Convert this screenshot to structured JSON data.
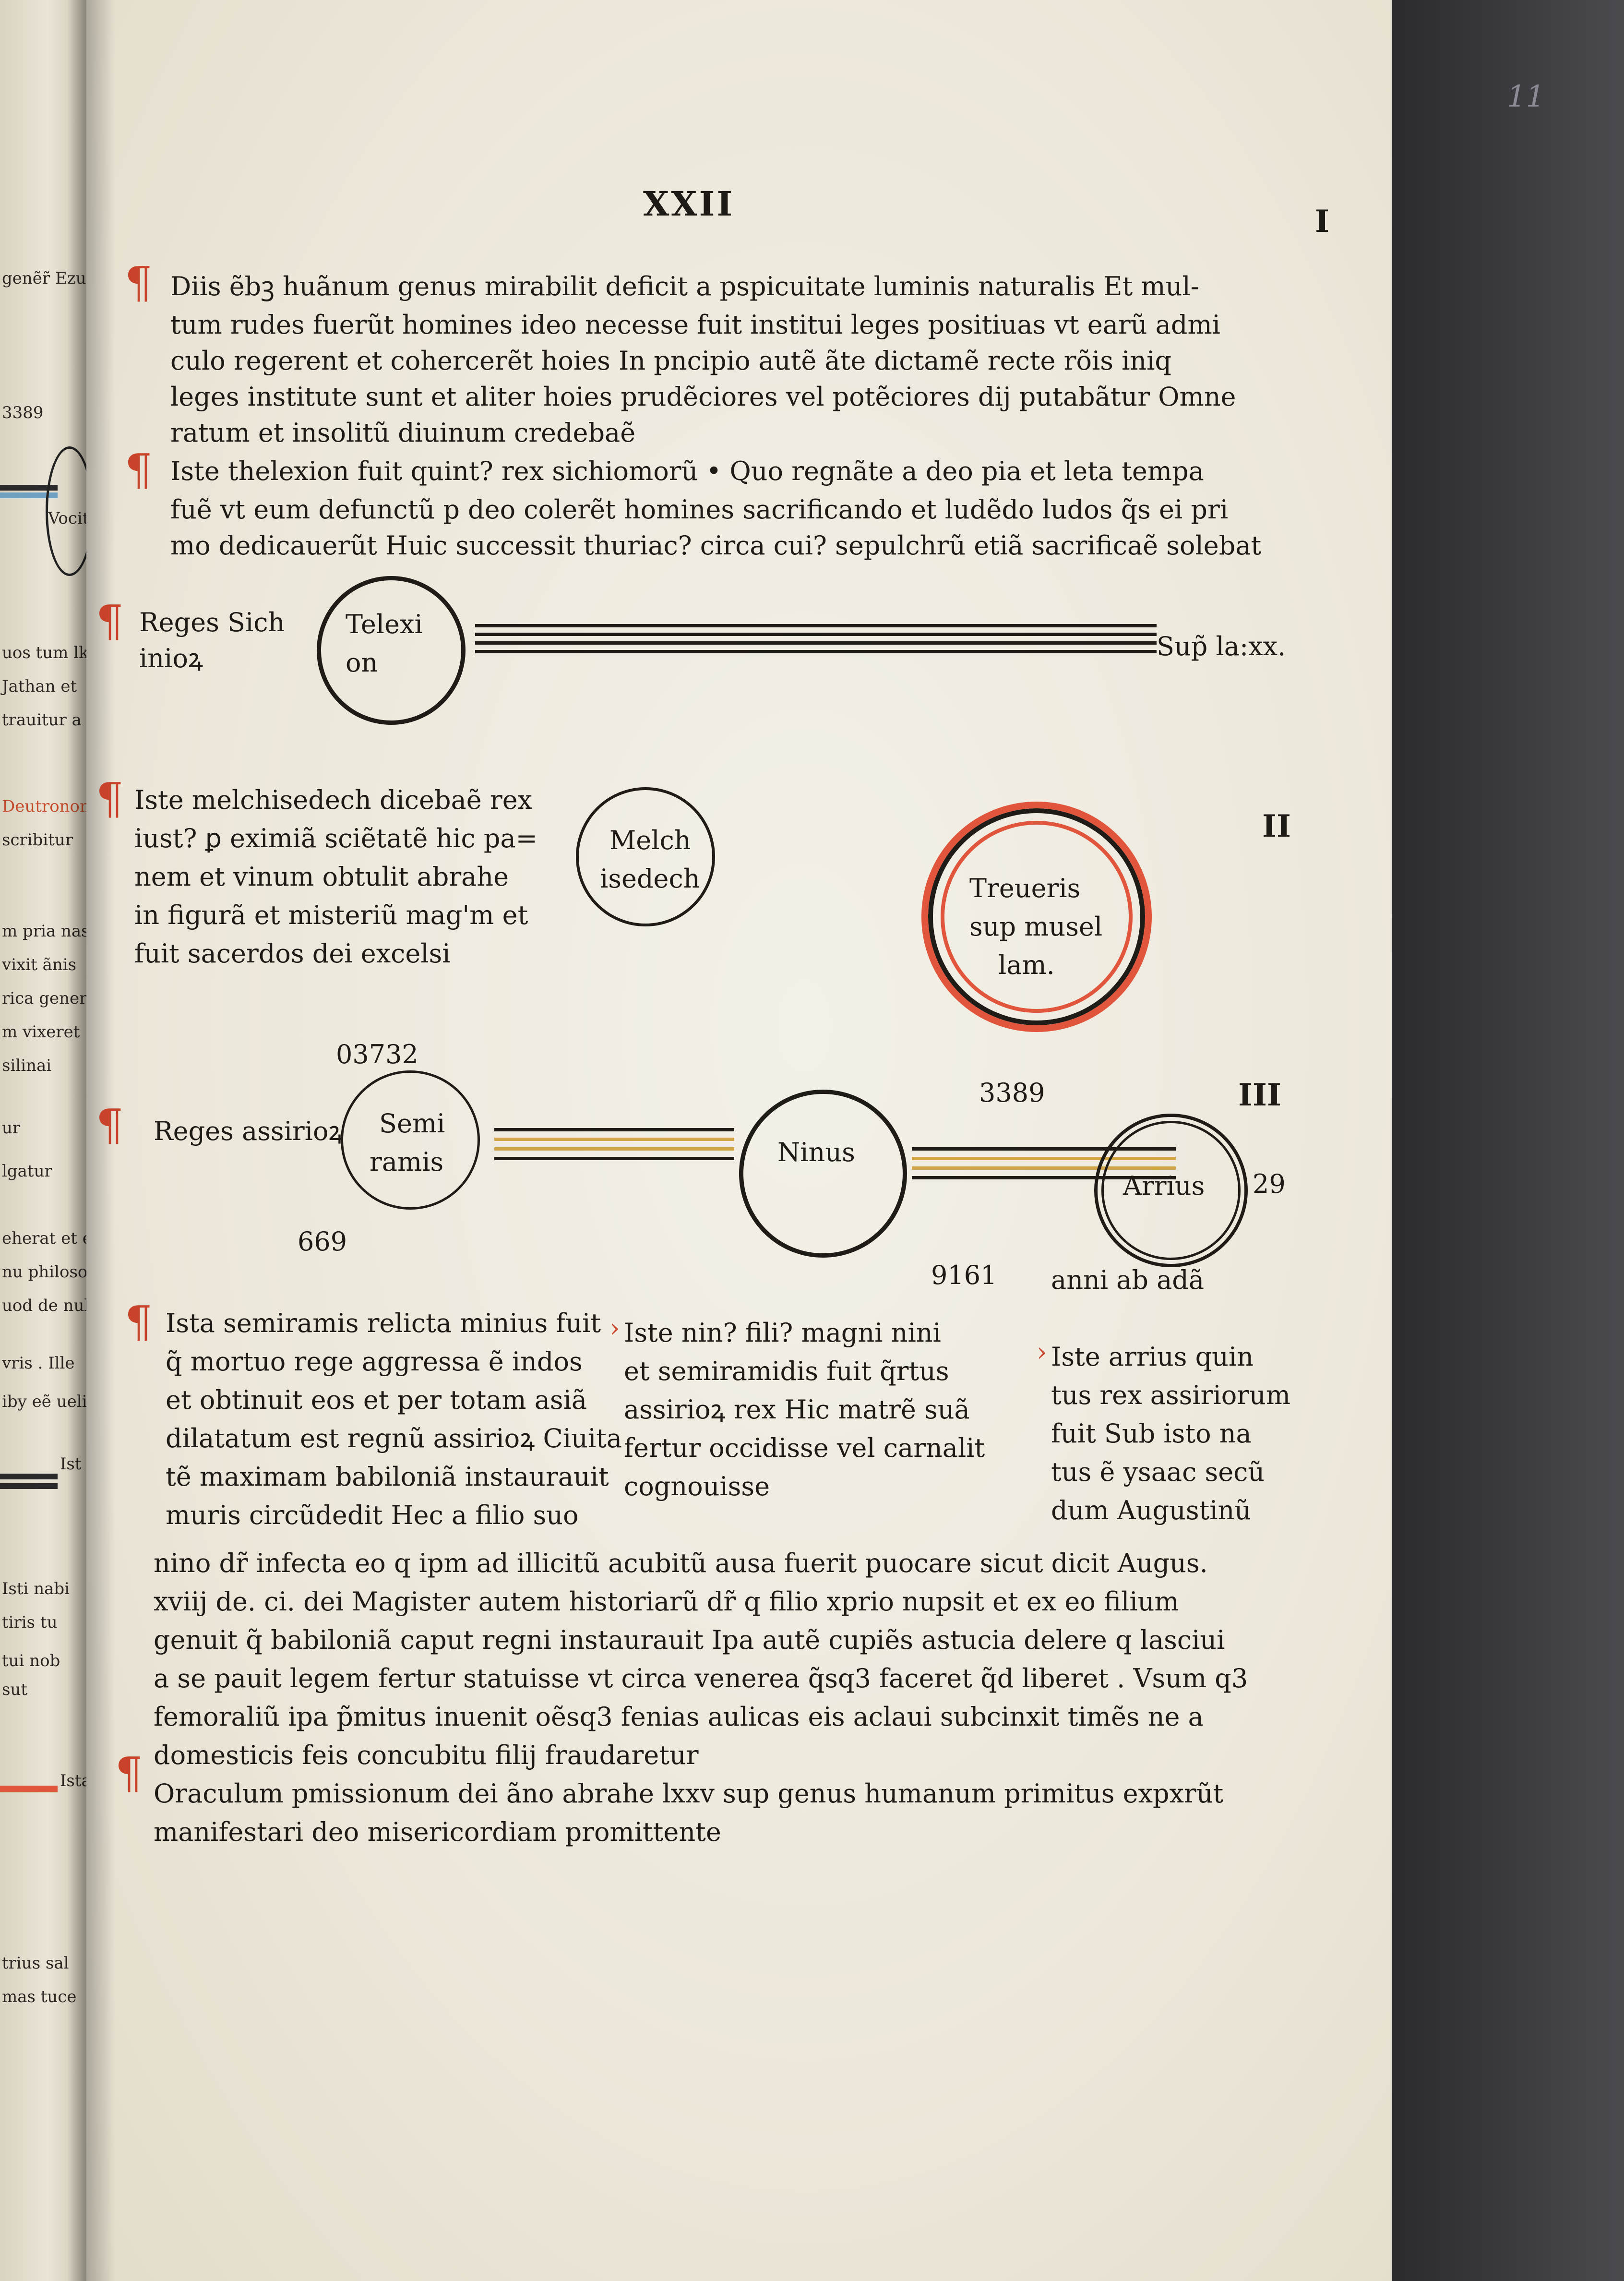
{
  "folio": {
    "roman": "XXII",
    "pencil_number": "11",
    "margin_numeral": "I"
  },
  "para1": {
    "lines": [
      "Diis ẽbꝫ huãnum genus mirabilit deficit a pspicuitate luminis naturalis Et mul-",
      "tum rudes fuerũt homines ideo necesse fuit institui leges positiuas vt earũ admi",
      "culo regerent et cohercerẽt hoies In pncipio autẽ ãte dictamẽ recte rõis iniq",
      "leges institute sunt et aliter hoies prudẽciores vel potẽciores dij putabãtur Omne",
      "ratum et insolitũ diuinum credebaẽ"
    ]
  },
  "para2": {
    "lines": [
      "Iste thelexion fuit quint? rex sichiomorũ • Quo regnãte a deo pia et leta tempa",
      "fuẽ vt eum defunctũ p deo colerẽt homines sacrificando et ludẽdo ludos q̃s ei pri",
      "mo dedicauerũt Huic successit thuriac? circa cui? sepulchrũ etiã sacrificaẽ solebat"
    ]
  },
  "row1": {
    "label_a": "Reges Sich",
    "label_b": "inioꝝ",
    "circle_text_a": "Telexi",
    "circle_text_b": "on",
    "end_text": "Sup̃ la:xx."
  },
  "melchisedech": {
    "lines": [
      "Iste melchisedech dicebaẽ rex",
      "iust? ꝑ eximiã sciẽtatẽ hic pa=",
      "nem et vinum obtulit abrahe",
      "in figurã et misteriũ mag'm et",
      "fuit sacerdos dei excelsi"
    ],
    "circle_text_a": "Melch",
    "circle_text_b": "isedech",
    "red_circle_text_a": "Treueris",
    "red_circle_text_b": "sup musel",
    "red_circle_text_c": "lam.",
    "numeral": "II"
  },
  "row3": {
    "number_top": "03732",
    "label": "Reges assirioꝝ",
    "circle1_a": "Semi",
    "circle1_b": "ramis",
    "number_below": "669",
    "circle2": "Ninus",
    "number_mid": "3389",
    "numeral": "III",
    "circle3": "Arrius",
    "side_number": "29",
    "bottom_left": "9161",
    "bottom_right": "anni ab adã"
  },
  "col1": {
    "lines": [
      "Ista semiramis relicta minius fuit",
      "q̃ mortuo rege aggressa ẽ indos",
      "et obtinuit eos et per totam asiã",
      "dilatatum est regnũ assirioꝝ Ciuita",
      "tẽ maximam babiloniã instaurauit",
      "muris circũdedit Hec a filio suo"
    ]
  },
  "col2": {
    "lines": [
      "Iste nin? fili? magni nini",
      "et semiramidis fuit q̃rtus",
      "assirioꝝ rex Hic matrẽ suã",
      "fertur occidisse vel carnalit",
      "cognouisse"
    ]
  },
  "col3": {
    "lines": [
      "Iste arrius quin",
      "tus rex assiriorum",
      "fuit Sub isto na",
      "tus ẽ ysaac secũ",
      "dum Augustinũ"
    ]
  },
  "para_long": {
    "lines": [
      "nino dr̃ infecta eo q ipm ad illicitũ acubitũ ausa fuerit puocare sicut dicit Augus.",
      "xviij de. ci. dei Magister autem historiarũ dr̃ q filio xprio nupsit et ex eo filium",
      "genuit q̃ babiloniã caput regni instaurauit Ipa autẽ cupiẽs astucia delere q lasciui",
      "a se pauit legem fertur statuisse vt circa venerea q̃sq3 faceret q̃d liberet . Vsum q3",
      "femoraliũ ipa p̃mitus inuenit oẽsq3 fenias aulicas eis aclaui subcinxit timẽs ne a",
      "domesticis feis concubitu filij fraudaretur"
    ]
  },
  "para_last": {
    "lines": [
      "Oraculum pmissionum dei ãno abrahe lxxv sup genus humanum primitus expxrũt",
      "manifestari deo misericordiam promittente"
    ]
  },
  "left_page": {
    "frags": [
      "genẽr̃ Ezu",
      "3389",
      "Vocit",
      "uos tum lk",
      "Jathan et",
      "trauitur a ter",
      "Deutronomio",
      "scribitur",
      "m pria nascebat",
      "vixit ãnis",
      "rica generacoj",
      "m vixeret",
      "silinai",
      "ur",
      "lgatur",
      "eherat et ec",
      "nu philosoph",
      "uod de nullo",
      "vris . Ille",
      "iby eẽ ueli",
      "Ist",
      "Isti nabi",
      "tiris tu",
      "tui nob",
      "sut",
      "Ista",
      "trius sal",
      "mas tuce"
    ]
  }
}
